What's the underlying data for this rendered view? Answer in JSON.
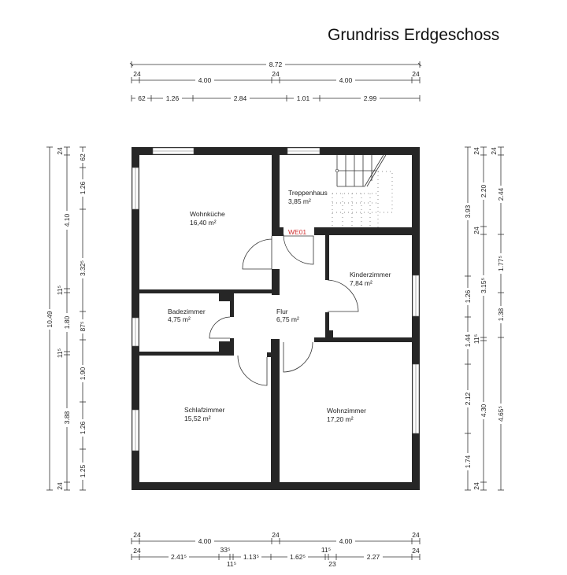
{
  "title": "Grundriss Erdgeschoss",
  "marker": {
    "label": "WE01",
    "color": "#d03030"
  },
  "rooms": [
    {
      "name": "Wohnküche",
      "area": "16,40 m²"
    },
    {
      "name": "Treppenhaus",
      "area": "3,85 m²"
    },
    {
      "name": "Kinderzimmer",
      "area": "7,84 m²"
    },
    {
      "name": "Badezimmer",
      "area": "4,75 m²"
    },
    {
      "name": "Flur",
      "area": "6,75 m²"
    },
    {
      "name": "Schlafzimmer",
      "area": "15,52 m²"
    },
    {
      "name": "Wohnzimmer",
      "area": "17,20 m²"
    }
  ],
  "dimensions": {
    "top": {
      "row1": [
        "8.72"
      ],
      "row2": [
        "24",
        "4.00",
        "24",
        "4.00",
        "24"
      ],
      "row3": [
        "62",
        "1.26",
        "2.84",
        "1.01",
        "2.99"
      ]
    },
    "bottom": {
      "row1": [
        "24",
        "4.00",
        "24",
        "4.00",
        "24"
      ],
      "row2": [
        "24",
        "2.41⁵",
        "33⁵",
        "11⁵",
        "1.13⁵",
        "1.62⁵",
        "11⁵",
        "23",
        "2.27",
        "24"
      ]
    },
    "left": {
      "col1": [
        "10.49"
      ],
      "col2": [
        "24",
        "4.10",
        "11⁵",
        "1.80",
        "11⁵",
        "3.88",
        "24"
      ],
      "col3": [
        "62",
        "1.26",
        "3.32⁵",
        "87⁵",
        "1.90",
        "1.26",
        "1.25"
      ]
    },
    "right": {
      "col1": [
        "3.93",
        "1.26",
        "1.44",
        "2.12",
        "1.74"
      ],
      "col2": [
        "24",
        "2.20",
        "24",
        "3.15⁵",
        "11⁵",
        "4.30",
        "24"
      ],
      "col3": [
        "24",
        "2.44",
        "1.77⁵",
        "1.38",
        "4.65⁵"
      ]
    }
  }
}
